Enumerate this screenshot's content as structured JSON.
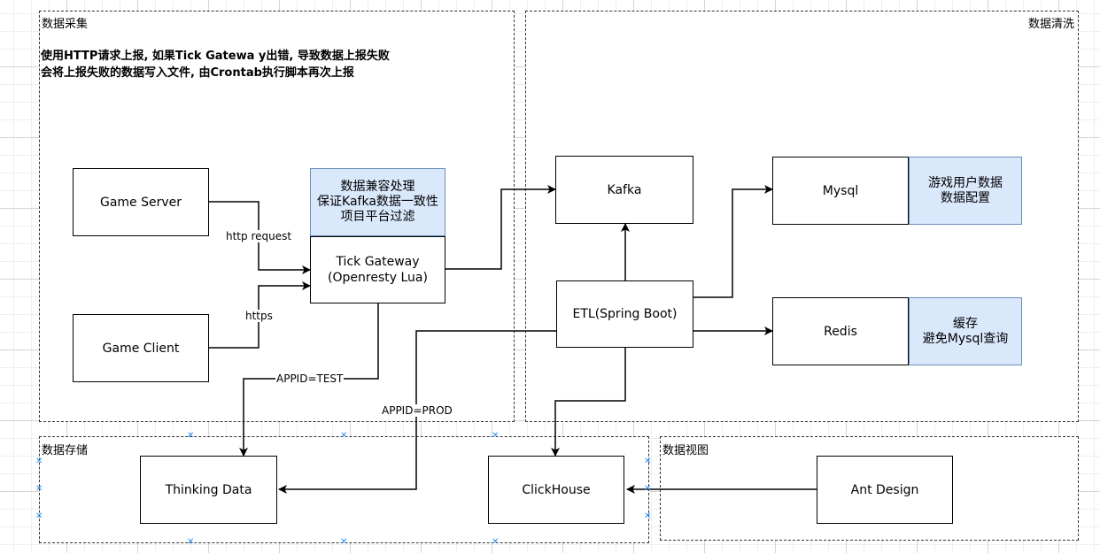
{
  "groups": {
    "collect": "数据采集",
    "clean": "数据清洗",
    "storage": "数据存储",
    "view": "数据视图"
  },
  "note": {
    "line1": "使用HTTP请求上报, 如果Tick Gatewa y出错, 导致数据上报失败",
    "line2": "会将上报失败的数据写入文件, 由Crontab执行脚本再次上报"
  },
  "nodes": {
    "game_server": "Game Server",
    "game_client": "Game Client",
    "gateway_note": [
      "数据兼容处理",
      "保证Kafka数据一致性",
      "项目平台过滤"
    ],
    "tick_gateway": [
      "Tick Gateway",
      "(Openresty Lua)"
    ],
    "kafka": "Kafka",
    "etl": "ETL(Spring Boot)",
    "mysql": "Mysql",
    "mysql_note": [
      "游戏用户数据",
      "数据配置"
    ],
    "redis": "Redis",
    "redis_note": [
      "缓存",
      "避免Mysql查询"
    ],
    "thinking_data": "Thinking Data",
    "clickhouse": "ClickHouse",
    "ant_design": "Ant Design"
  },
  "edges": {
    "http_request": "http request",
    "https": "https",
    "appid_test": "APPID=TEST",
    "appid_prod": "APPID=PROD"
  }
}
